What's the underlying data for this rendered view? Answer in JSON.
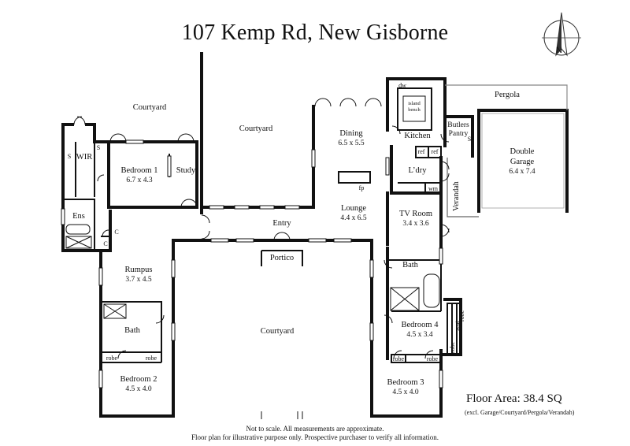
{
  "title": "107 Kemp Rd, New Gisborne",
  "floor_area": "Floor Area: 38.4 SQ",
  "floor_area_note": "(excl. Garage/Courtyard/Pergola/Verandah)",
  "disclaimer_line1": "Not to scale. All measurements are approximate.",
  "disclaimer_line2": "Floor plan for illustrative purpose only. Prospective purchaser to verify all information.",
  "rooms": {
    "courtyard_top": "Courtyard",
    "courtyard_mid": "Courtyard",
    "courtyard_center": "Courtyard",
    "bedroom1": "Bedroom 1",
    "bedroom1_dim": "6.7 x 4.3",
    "study": "Study",
    "wir": "WIR",
    "s": "S",
    "ens": "Ens",
    "c": "C",
    "dining": "Dining",
    "dining_dim": "6.5 x 5.5",
    "kitchen": "Kitchen",
    "island_bench": "island bench",
    "dw": "dw",
    "ref": "ref",
    "butlers_pantry": "Butlers Pantry",
    "pergola": "Pergola",
    "double_garage": "Double Garage",
    "double_garage_dim": "6.4 x 7.4",
    "verandah": "Verandah",
    "laundry": "L’dry",
    "wm": "wm",
    "lounge": "Lounge",
    "lounge_dim": "4.4 x 6.5",
    "fp": "fp",
    "tv_room": "TV Room",
    "tv_room_dim": "3.4 x 3.6",
    "entry": "Entry",
    "portico": "Portico",
    "rumpus": "Rumpus",
    "rumpus_dim": "3.7 x 4.5",
    "bath": "Bath",
    "robe": "robe",
    "seat": "seat",
    "bedroom2": "Bedroom 2",
    "bedroom2_dim": "4.5 x 4.0",
    "bedroom3": "Bedroom 3",
    "bedroom3_dim": "4.5 x 4.0",
    "bedroom4": "Bedroom 4",
    "bedroom4_dim": "4.5 x 3.4"
  },
  "compass_letter": "N"
}
